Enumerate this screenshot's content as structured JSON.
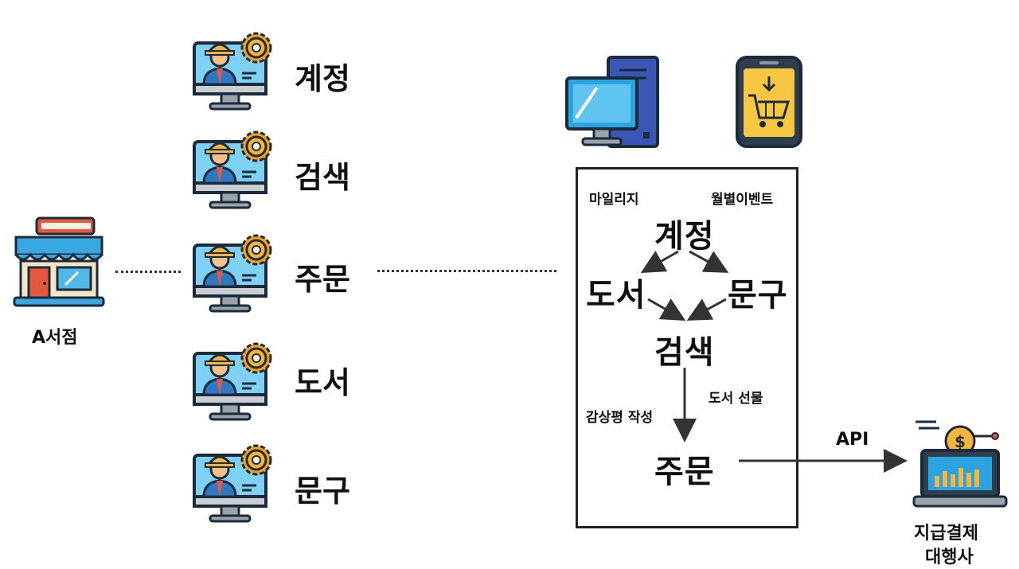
{
  "store": {
    "label": "A서점"
  },
  "developers": [
    {
      "label": "계정"
    },
    {
      "label": "검색"
    },
    {
      "label": "주문"
    },
    {
      "label": "도서"
    },
    {
      "label": "문구"
    }
  ],
  "flow_box": {
    "top_left_note": "마일리지",
    "top_right_note": "월별이벤트",
    "account": "계정",
    "books": "도서",
    "stationery": "문구",
    "search": "검색",
    "review_note": "감상평 작성",
    "gift_note": "도서 선물",
    "order": "주문"
  },
  "api_label": "API",
  "payment": {
    "line1": "지급결제",
    "line2": "대행사"
  },
  "icons": [
    "store-icon",
    "developer-icon",
    "desktop-computer-icon",
    "mobile-shop-icon",
    "payment-laptop-icon"
  ]
}
